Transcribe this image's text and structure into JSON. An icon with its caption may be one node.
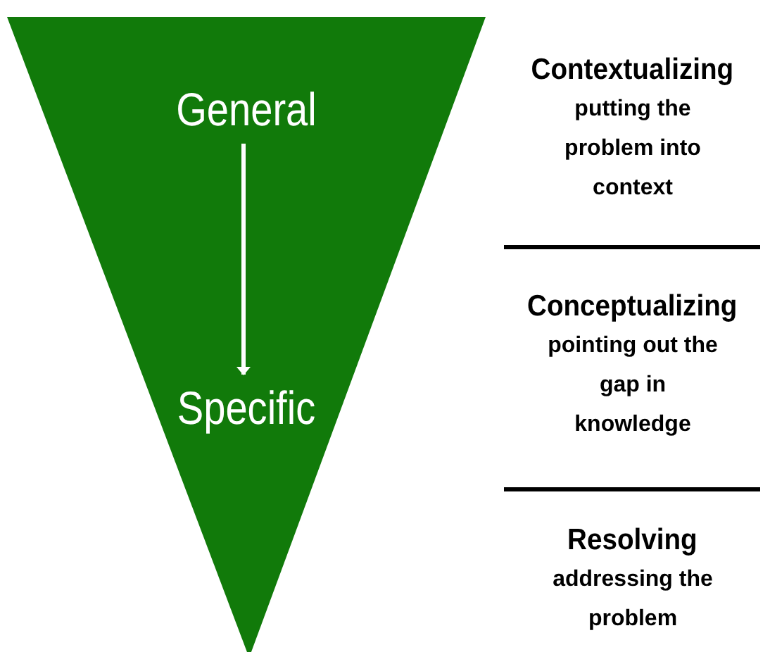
{
  "diagram": {
    "nodes": [
      {
        "text": [],
        "shape": "triangle"
      },
      {
        "text": [
          "General"
        ],
        "in": 0
      },
      {
        "text": [
          "Specific"
        ],
        "in": 0
      }
    ],
    "edges": [
      {
        "from": 1,
        "to": 2,
        "arrow": "to"
      }
    ],
    "labels": [
      "Contextualizing",
      "putting the problem into context",
      "Conceptualizing",
      "pointing out the gap in knowledge",
      "Resolving",
      "addressing the problem"
    ]
  }
}
